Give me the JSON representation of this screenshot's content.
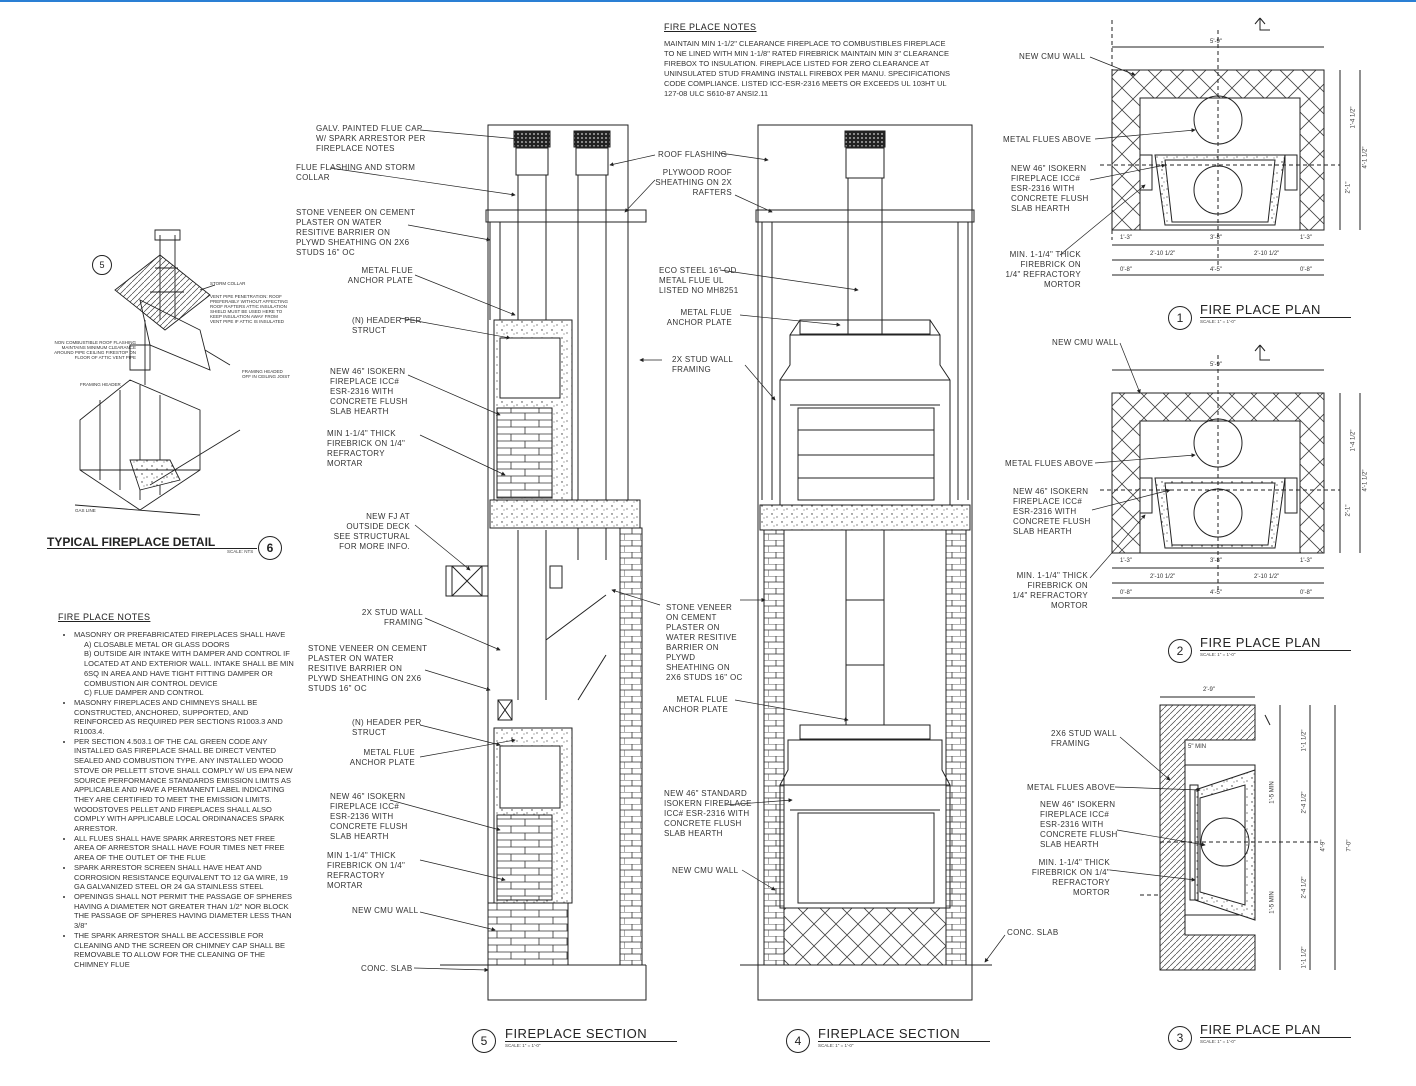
{
  "notes_top": {
    "heading": "FIRE PLACE NOTES",
    "text": "MAINTAIN MIN 1-1/2\" CLEARANCE FIREPLACE TO COMBUSTIBLES FIREPLACE TO NE LINED WITH MIN 1-1/8\" RATED FIREBRICK MAINTAIN MIN 3\" CLEARANCE FIREBOX TO INSULATION. FIREPLACE LISTED FOR ZERO CLEARANCE AT UNINSULATED STUD FRAMING INSTALL FIREBOX PER MANU. SPECIFICATIONS CODE COMPLIANCE. LISTED ICC-ESR-2316 MEETS OR EXCEEDS UL 103HT UL 127-08 ULC S610-87 ANSI2.11"
  },
  "notes_left": {
    "heading": "FIRE PLACE NOTES",
    "items": [
      "MASONRY OR PREFABRICATED FIREPLACES SHALL HAVE",
      "a) CLOSABLE METAL OR GLASS DOORS",
      "b) OUTSIDE AIR INTAKE WITH DAMPER AND CONTROL IF LOCATED AT AND EXTERIOR WALL. INTAKE SHALL BE MIN 6SQ IN AREA AND HAVE TIGHT FITTING DAMPER OR COMBUSTION AIR CONTROL DEVICE",
      "c) FLUE DAMPER AND CONTROL",
      "MASONRY FIREPLACES AND CHIMNEYS SHALL BE CONSTRUCTED, ANCHORED, SUPPORTED, AND REINFORCED AS REQUIRED PER SECTIONS R1003.3 AND R1003.4.",
      "PER SECTION 4.503.1 OF THE CAL GREEN CODE ANY INSTALLED GAS FIREPLACE SHALL BE DIRECT VENTED SEALED AND COMBUSTION TYPE. ANY INSTALLED WOOD STOVE OR PELLETT STOVE SHALL COMPLY W/ US EPA NEW SOURCE PERFORMANCE STANDARDS EMISSION LIMITS AS APPLICABLE AND HAVE A PERMANENT LABEL INDICATING THEY ARE CERTIFIED TO MEET THE EMISSION LIMITS. WOODSTOVES PELLET AND FIREPLACES SHALL ALSO COMPLY WITH APPLICABLE LOCAL ORDINANACES SPARK ARRESTOR.",
      "ALL FLUES SHALL HAVE SPARK ARRESTORS NET FREE AREA OF ARRESTOR SHALL HAVE FOUR TIMES NET FREE AREA OF THE OUTLET OF THE FLUE",
      "SPARK ARRESTOR SCREEN SHALL HAVE HEAT AND CORROSION RESISTANCE EQUIVALENT TO 12 ga WIRE, 19 ga GALVANIZED STEEL OR 24 ga STAINLESS STEEL",
      "OPENINGS SHALL NOT PERMIT THE PASSAGE OF SPHERES HAVING A DIAMETER NOT GREATER THAN 1/2\" NOR BLOCK THE PASSAGE OF SPHERES HAVING DIAMETER LESS THAN 3/8\"",
      "THE SPARK ARRESTOR SHALL BE ACCESSIBLE FOR CLEANING AND THE SCREEN OR CHIMNEY CAP SHALL BE REMOVABLE TO ALLOW FOR THE CLEANING OF THE CHIMNEY FLUE"
    ]
  },
  "detail6": {
    "title": "TYPICAL FIREPLACE DETAIL",
    "scale": "SCALE: NTS",
    "number": "6",
    "bubble": "5",
    "labels": {
      "storm_collar": "STORM COLLAR",
      "vent_pipe": "VENT PIPE PENETRATION: ROOF PREFERABLY WITHOUT AFFECTING ROOF RAFTERS ATTIC INSULATION SHIELD MUST BE USED HERE TO KEEP INSULATION AWAY FROM VENT PIPE IF ATTIC IS INSULATED",
      "non_combustible": "NON COMBUSTIBLE ROOF FLASHING MAINTAINS MINIMUM CLEARANCE AROUND PIPE CEILING FIRESTOP ON FLOOR OF ATTIC VENT PIPE",
      "framing_header": "FRAMING HEADER",
      "framing_headed": "FRAMING HEADED OFF IN CEILING JOIST",
      "gas_line": "GAS LINE"
    }
  },
  "section5": {
    "title": "FIREPLACE SECTION",
    "scale": "SCALE: 1\" = 1'-0\"",
    "number": "5",
    "labels": {
      "cap": "GALV. PAINTED FLUE CAP W/ SPARK ARRESTOR PER FIREPLACE NOTES",
      "flashing": "FLUE FLASHING AND STORM COLLAR",
      "veneer1": "STONE VENEER ON CEMENT PLASTER ON WATER RESITIVE BARRIER ON PLYWD SHEATHING ON 2X6 STUDS 16\" OC",
      "anchor1": "METAL FLUE ANCHOR PLATE",
      "header1": "(N) HEADER PER STRUCT",
      "isokern1": "NEW 46\" ISOKERN FIREPLACE ICC# ESR-2316 WITH CONCRETE FLUSH SLAB HEARTH",
      "firebrick1": "MIN 1-1/4\" THICK FIREBRICK ON 1/4\" REFRACTORY MORTAR",
      "fj": "NEW FJ AT OUTSIDE DECK SEE STRUCTURAL FOR MORE INFO.",
      "stud": "2X STUD WALL FRAMING",
      "veneer2": "STONE VENEER ON CEMENT PLASTER ON WATER RESITIVE BARRIER ON PLYWD SHEATHING ON 2X6 STUDS 16\" OC",
      "header2": "(N) HEADER PER STRUCT",
      "anchor2": "METAL FLUE ANCHOR PLATE",
      "isokern2": "NEW 46\" ISOKERN FIREPLACE ICC# ESR-2136 WITH CONCRETE FLUSH SLAB HEARTH",
      "firebrick2": "MIN 1-1/4\" THICK FIREBRICK ON 1/4\" REFRACTORY MORTAR",
      "cmu": "NEW CMU WALL",
      "slab": "CONC. SLAB"
    }
  },
  "section4": {
    "title": "FIREPLACE SECTION",
    "scale": "SCALE: 1\" = 1'-0\"",
    "number": "4",
    "labels": {
      "roof_flashing": "ROOF FLASHING",
      "plywood": "PLYWOOD ROOF SHEATHING ON 2X RAFTERS",
      "eco": "ECO STEEL 16\" OD METAL FLUE UL LISTED NO MH8251",
      "anchor1": "METAL FLUE ANCHOR PLATE",
      "stud": "2X STUD WALL FRAMING",
      "veneer": "STONE VENEER ON CEMENT PLASTER ON WATER RESITIVE BARRIER ON PLYWD SHEATHING ON 2X6 STUDS 16\" OC",
      "anchor2": "METAL FLUE ANCHOR PLATE",
      "standard": "NEW 46\" STANDARD ISOKERN FIREPLACE ICC# ESR-2316 WITH CONCRETE FLUSH SLAB HEARTH",
      "cmu": "NEW CMU WALL",
      "slab": "CONC. SLAB"
    }
  },
  "plan1": {
    "title": "FIRE PLACE PLAN",
    "scale": "SCALE: 1\" = 1'-0\"",
    "number": "1",
    "labels": {
      "cmu": "NEW CMU WALL",
      "flues": "METAL FLUES ABOVE",
      "isokern": "NEW 46\" ISOKERN FIREPLACE ICC# ESR-2316 WITH CONCRETE FLUSH SLAB HEARTH",
      "firebrick": "MIN. 1-1/4\" THICK FIREBRICK ON 1/4\" REFRACTORY MORTOR"
    },
    "dims": {
      "top": "5'-9\"",
      "d1": "1'-4 1/2\"",
      "d2": "4'-1 1/2\"",
      "d3": "2'-1\"",
      "a1": "1'-3\"",
      "a2": "3'-8\"",
      "a3": "1'-3\"",
      "b1": "2'-10 1/2\"",
      "b2": "2'-10 1/2\"",
      "c1": "0'-8\"",
      "c2": "4'-5\"",
      "c3": "0'-8\""
    }
  },
  "plan2": {
    "title": "FIRE PLACE PLAN",
    "scale": "SCALE: 1\" = 1'-0\"",
    "number": "2",
    "labels": {
      "cmu": "NEW CMU WALL",
      "flues": "METAL FLUES ABOVE",
      "isokern": "NEW 46\" ISOKERN FIREPLACE ICC# ESR-2316 WITH CONCRETE FLUSH SLAB HEARTH",
      "firebrick": "MIN. 1-1/4\" THICK FIREBRICK ON 1/4\" REFRACTORY MORTOR"
    },
    "dims": {
      "top": "5'-9\"",
      "d1": "1'-4 1/2\"",
      "d2": "4'-1 1/2\"",
      "d3": "2'-1\"",
      "a1": "1'-3\"",
      "a2": "3'-8\"",
      "a3": "1'-3\"",
      "b1": "2'-10 1/2\"",
      "b2": "2'-10 1/2\"",
      "c1": "0'-8\"",
      "c2": "4'-5\"",
      "c3": "0'-8\""
    }
  },
  "plan3": {
    "title": "FIRE PLACE PLAN",
    "scale": "SCALE: 1\" = 1'-0\"",
    "number": "3",
    "labels": {
      "stud": "2X6 STUD WALL FRAMING",
      "flues": "METAL FLUES ABOVE",
      "isokern": "NEW 46\" ISOKERN FIREPLACE ICC# ESR-2316 WITH CONCRETE FLUSH SLAB HEARTH",
      "firebrick": "MIN. 1-1/4\" THICK FIREBRICK ON 1/4\" REFRACTORY MORTOR"
    },
    "dims": {
      "top": "2'-9\"",
      "min5": "5\" MIN",
      "d1": "1'-1 1/2\"",
      "d2": "1'-5 MIN",
      "d3": "2'-4 1/2\"",
      "d4": "4'-9\"",
      "d5": "7'-0\"",
      "d6": "1'-5 MIN",
      "d7": "2'-4 1/2\"",
      "d8": "1'-1 1/2\""
    }
  },
  "colors": {
    "line": "#222222",
    "hatch": "#555555",
    "accent": "#2a7fd4"
  }
}
